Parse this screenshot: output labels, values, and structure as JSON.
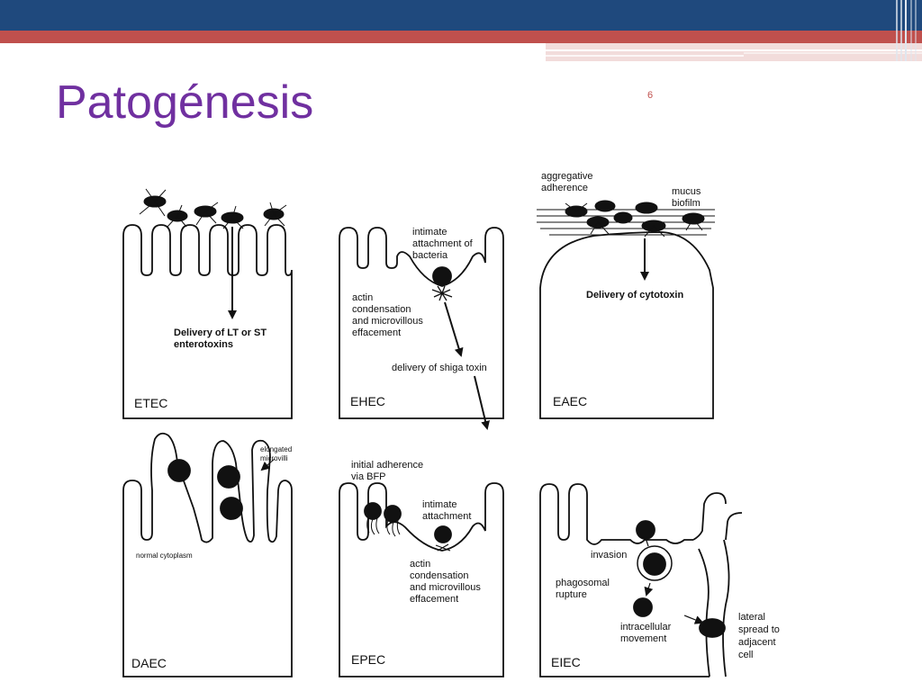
{
  "slide": {
    "title": "Patogénesis",
    "number": "6",
    "colors": {
      "top_band": "#1f497d",
      "accent_band": "#c0504d",
      "title": "#7030a0"
    }
  },
  "figure": {
    "panels": [
      {
        "key": "etec",
        "name": "ETEC",
        "labels": [
          "Delivery of LT or ST",
          "enterotoxins"
        ]
      },
      {
        "key": "ehec",
        "name": "EHEC",
        "labels": [
          "intimate",
          "attachment of",
          "bacteria",
          "actin",
          "condensation",
          "and microvillous",
          "effacement",
          "delivery of shiga toxin"
        ]
      },
      {
        "key": "eaec",
        "name": "EAEC",
        "labels": [
          "aggregative",
          "adherence",
          "mucus",
          "biofilm",
          "Delivery of cytotoxin"
        ]
      },
      {
        "key": "daec",
        "name": "DAEC",
        "labels": [
          "elongated",
          "microvilli",
          "normal cytoplasm"
        ]
      },
      {
        "key": "epec",
        "name": "EPEC",
        "labels": [
          "initial adherence",
          "via BFP",
          "intimate",
          "attachment",
          "actin",
          "condensation",
          "and microvillous",
          "effacement"
        ]
      },
      {
        "key": "eiec",
        "name": "EIEC",
        "labels": [
          "invasion",
          "phagosomal",
          "rupture",
          "intracellular",
          "movement",
          "lateral",
          "spread to",
          "adjacent",
          "cell"
        ]
      }
    ]
  }
}
